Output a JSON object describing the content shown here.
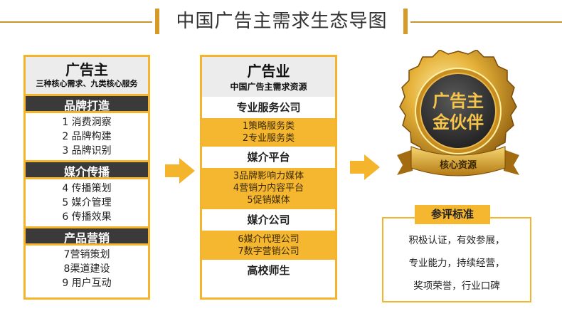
{
  "title": "中国广告主需求生态导图",
  "col1": {
    "heading": "广告主",
    "subheading": "三种核心需求、九类核心服务",
    "sections": [
      {
        "label": "品牌打造",
        "items": [
          "1 消费洞察",
          "2 品牌构建",
          "3 品牌识别"
        ]
      },
      {
        "label": "媒介传播",
        "items": [
          "4 传播策划",
          "5 媒介管理",
          "6 传播效果"
        ]
      },
      {
        "label": "产品营销",
        "items": [
          "7营销策划",
          "8渠道建设",
          "9 用户互动"
        ]
      }
    ]
  },
  "col2": {
    "heading": "广告业",
    "subheading": "中国广告主需求资源",
    "sections": [
      {
        "label": "专业服务公司",
        "items": [
          "1策略服务类",
          "2专业服务类"
        ]
      },
      {
        "label": "媒介平台",
        "items": [
          "3品牌影响力媒体",
          "4营销力内容平台",
          "5促销媒体"
        ]
      },
      {
        "label": "媒介公司",
        "items": [
          "6媒介代理公司",
          "7数字营销公司"
        ]
      },
      {
        "label": "高校师生",
        "items": []
      }
    ]
  },
  "medal": {
    "line1": "广告主",
    "line2": "金伙伴",
    "ribbon": "核心资源"
  },
  "evaluation": {
    "title": "参评标准",
    "items": [
      "积极认证，有效参展，",
      "专业能力，持续经营，",
      "奖项荣誉，行业口碑"
    ]
  },
  "colors": {
    "gold": "#f4b52c",
    "dark": "#3a3a3a",
    "gray": "#ececec"
  }
}
